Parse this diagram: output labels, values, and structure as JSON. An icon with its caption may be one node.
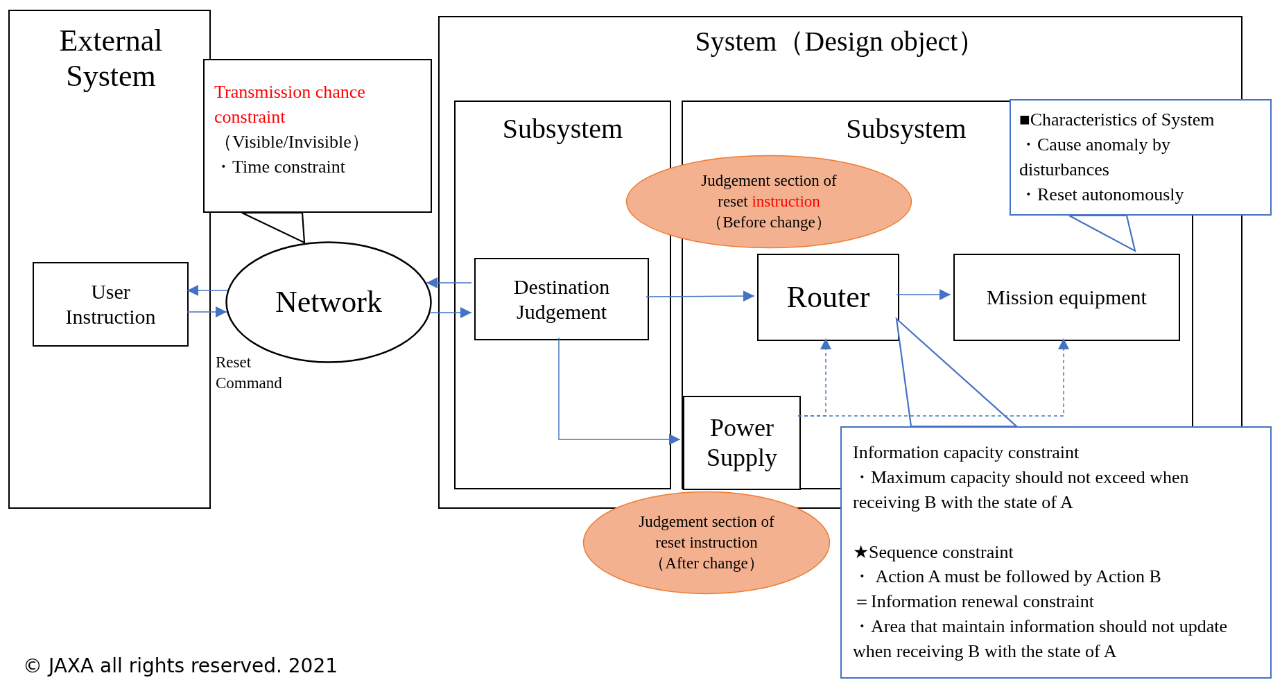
{
  "diagram": {
    "nodes": [
      {
        "text": [
          "External System"
        ]
      },
      {
        "text": [
          "User Instruction"
        ],
        "in": 0
      },
      {
        "text": [
          "Transmission chance constraint",
          "（Visible/Invisible）",
          "・Time constraint"
        ]
      },
      {
        "text": [
          "Network"
        ]
      },
      {
        "text": [
          "System（Design object）"
        ]
      },
      {
        "text": [
          "Subsystem"
        ],
        "in": 4
      },
      {
        "text": [
          "Destination Judgement"
        ],
        "in": 5
      },
      {
        "text": [
          "Subsystem"
        ],
        "in": 4
      },
      {
        "text": [
          "Judgement section of reset",
          "instruction",
          "（Before change）"
        ],
        "in": 4
      },
      {
        "text": [
          "Router"
        ],
        "in": 7
      },
      {
        "text": [
          "Mission equipment"
        ],
        "in": 7
      },
      {
        "text": [
          "■Characteristics of System",
          "・Cause anomaly by disturbances",
          "・Reset autonomously"
        ]
      },
      {
        "text": [
          "Power Supply"
        ],
        "in": 7
      },
      {
        "text": [
          "Information capacity constraint",
          "・Maximum capacity should not exceed when receiving B with the state of A",
          "★Sequence constraint",
          "・ Action A must be followed by Action B",
          "＝Information renewal constraint",
          "・Area that maintain information should not update when receiving B with the state of A"
        ]
      },
      {
        "text": [
          "Judgement section of reset instruction",
          "（After change）"
        ]
      }
    ],
    "edges": [
      {
        "from": 3,
        "to": 1,
        "arrow": "to"
      },
      {
        "from": 1,
        "to": 3,
        "arrow": "to"
      },
      {
        "from": 6,
        "to": 3,
        "arrow": "to"
      },
      {
        "from": 3,
        "to": 6,
        "arrow": "to"
      },
      {
        "from": 6,
        "to": 9,
        "arrow": "to"
      },
      {
        "from": 9,
        "to": 10,
        "arrow": "to"
      },
      {
        "from": 6,
        "to": 12,
        "arrow": "to"
      },
      {
        "from": 12,
        "to": 9,
        "arrow": "to",
        "style": "dashed"
      },
      {
        "from": 12,
        "to": 10,
        "arrow": "to",
        "style": "dashed"
      },
      {
        "from": 2,
        "to": 3,
        "arrow": "to",
        "color": "#000000"
      },
      {
        "from": 11,
        "to": 10,
        "arrow": "to"
      },
      {
        "from": 13,
        "to": 9,
        "arrow": "to"
      }
    ],
    "labels": [
      "Reset Command",
      "© JAXA all rights reserved. 2021"
    ]
  }
}
